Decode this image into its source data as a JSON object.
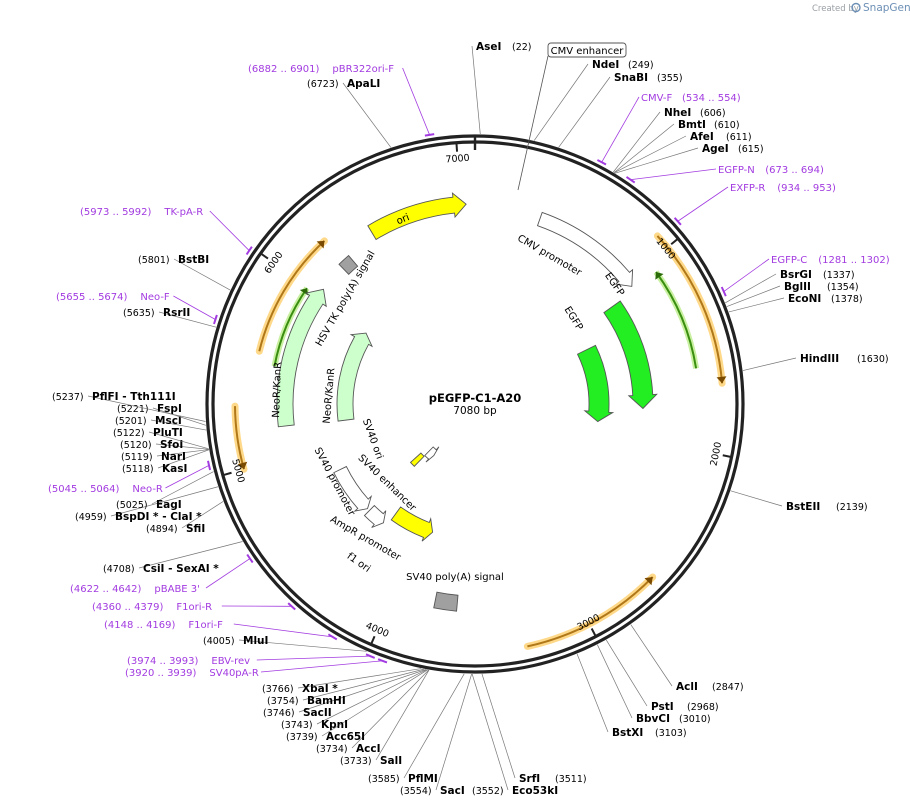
{
  "credit": {
    "created_by": "Created by",
    "brand": "SnapGene"
  },
  "map": {
    "name": "pEGFP-C1-A20",
    "length_text": "7080 bp",
    "length": 7080
  },
  "ticks": [
    {
      "label": "1000",
      "bp": 1000
    },
    {
      "label": "2000",
      "bp": 2000
    },
    {
      "label": "3000",
      "bp": 3000
    },
    {
      "label": "4000",
      "bp": 4000
    },
    {
      "label": "5000",
      "bp": 5000
    },
    {
      "label": "6000",
      "bp": 6000
    },
    {
      "label": "7000",
      "bp": 7000
    }
  ],
  "sites": [
    {
      "name": "AseI",
      "pos": "(22)",
      "bp": 22
    },
    {
      "name": "NdeI",
      "pos": "(249)",
      "bp": 249
    },
    {
      "name": "SnaBI",
      "pos": "(355)",
      "bp": 355
    },
    {
      "name": "NheI",
      "pos": "(606)",
      "bp": 606
    },
    {
      "name": "BmtI",
      "pos": "(610)",
      "bp": 610
    },
    {
      "name": "AfeI",
      "pos": "(611)",
      "bp": 611
    },
    {
      "name": "AgeI",
      "pos": "(615)",
      "bp": 615
    },
    {
      "name": "BsrGI",
      "pos": "(1337)",
      "bp": 1337
    },
    {
      "name": "BglII",
      "pos": "(1354)",
      "bp": 1354
    },
    {
      "name": "EcoNI",
      "pos": "(1378)",
      "bp": 1378
    },
    {
      "name": "HindIII",
      "pos": "(1630)",
      "bp": 1630
    },
    {
      "name": "BstEII",
      "pos": "(2139)",
      "bp": 2139
    },
    {
      "name": "AclI",
      "pos": "(2847)",
      "bp": 2847
    },
    {
      "name": "PstI",
      "pos": "(2968)",
      "bp": 2968
    },
    {
      "name": "BbvCI",
      "pos": "(3010)",
      "bp": 3010
    },
    {
      "name": "BstXI",
      "pos": "(3103)",
      "bp": 3103
    },
    {
      "name": "SrfI",
      "pos": "(3511)",
      "bp": 3511
    },
    {
      "name": "Eco53kI",
      "pos": "(3552)",
      "bp": 3552
    },
    {
      "name": "SacI",
      "pos": "(3554)",
      "bp": 3554
    },
    {
      "name": "PflMI",
      "pos": "(3585)",
      "bp": 3585
    },
    {
      "name": "SalI",
      "pos": "(3733)",
      "bp": 3733
    },
    {
      "name": "AccI",
      "pos": "(3734)",
      "bp": 3734
    },
    {
      "name": "Acc65I",
      "pos": "(3739)",
      "bp": 3739
    },
    {
      "name": "KpnI",
      "pos": "(3743)",
      "bp": 3743
    },
    {
      "name": "SacII",
      "pos": "(3746)",
      "bp": 3746
    },
    {
      "name": "BamHI",
      "pos": "(3754)",
      "bp": 3754
    },
    {
      "name": "XbaI *",
      "pos": "(3766)",
      "bp": 3766
    },
    {
      "name": "MluI",
      "pos": "(4005)",
      "bp": 4005
    },
    {
      "name": "CsiI - SexAI *",
      "pos": "(4708)",
      "bp": 4708
    },
    {
      "name": "SfiI",
      "pos": "(4894)",
      "bp": 4894
    },
    {
      "name": "BspDI * - ClaI *",
      "pos": "(4959)",
      "bp": 4959
    },
    {
      "name": "EagI",
      "pos": "(5025)",
      "bp": 5025
    },
    {
      "name": "KasI",
      "pos": "(5118)",
      "bp": 5118
    },
    {
      "name": "NarI",
      "pos": "(5119)",
      "bp": 5119
    },
    {
      "name": "SfoI",
      "pos": "(5120)",
      "bp": 5120
    },
    {
      "name": "PluTI",
      "pos": "(5122)",
      "bp": 5122
    },
    {
      "name": "MscI",
      "pos": "(5201)",
      "bp": 5201
    },
    {
      "name": "FspI",
      "pos": "(5221)",
      "bp": 5221
    },
    {
      "name": "PflFI - Tth111I",
      "pos": "(5237)",
      "bp": 5237
    },
    {
      "name": "RsrII",
      "pos": "(5635)",
      "bp": 5635
    },
    {
      "name": "BstBI",
      "pos": "(5801)",
      "bp": 5801
    },
    {
      "name": "ApaLI",
      "pos": "(6723)",
      "bp": 6723
    }
  ],
  "primers": [
    {
      "name": "pBR322ori-F",
      "range": "(6882 .. 6901)",
      "start": 6882,
      "end": 6901
    },
    {
      "name": "CMV-F",
      "range": "(534 .. 554)",
      "start": 534,
      "end": 554
    },
    {
      "name": "EGFP-N",
      "range": "(673 .. 694)",
      "start": 673,
      "end": 694
    },
    {
      "name": "EXFP-R",
      "range": "(934 .. 953)",
      "start": 934,
      "end": 953
    },
    {
      "name": "EGFP-C",
      "range": "(1281 .. 1302)",
      "start": 1281,
      "end": 1302
    },
    {
      "name": "TK-pA-R",
      "range": "(5973 .. 5992)",
      "start": 5973,
      "end": 5992
    },
    {
      "name": "Neo-F",
      "range": "(5655 .. 5674)",
      "start": 5655,
      "end": 5674
    },
    {
      "name": "Neo-R",
      "range": "(5045 .. 5064)",
      "start": 5045,
      "end": 5064
    },
    {
      "name": "pBABE 3'",
      "range": "(4622 .. 4642)",
      "start": 4622,
      "end": 4642
    },
    {
      "name": "F1ori-R",
      "range": "(4360 .. 4379)",
      "start": 4360,
      "end": 4379
    },
    {
      "name": "F1ori-F",
      "range": "(4148 .. 4169)",
      "start": 4148,
      "end": 4169
    },
    {
      "name": "EBV-rev",
      "range": "(3974 .. 3993)",
      "start": 3974,
      "end": 3993
    },
    {
      "name": "SV40pA-R",
      "range": "(3920 .. 3939)",
      "start": 3920,
      "end": 3939
    }
  ],
  "features": [
    {
      "name": "CMV enhancer",
      "type": "enhancer",
      "color": "#ffffff"
    },
    {
      "name": "CMV promoter",
      "type": "promoter",
      "color": "#ffffff"
    },
    {
      "name": "EGFP",
      "type": "cds",
      "color": "#22ee22"
    },
    {
      "name": "EGFP",
      "type": "cds",
      "color": "#22ee22"
    },
    {
      "name": "SV40 poly(A) signal",
      "type": "terminator",
      "color": "#a0a0a0"
    },
    {
      "name": "f1 ori",
      "type": "rep_origin",
      "color": "#ffff00"
    },
    {
      "name": "AmpR promoter",
      "type": "promoter",
      "color": "#ffffff"
    },
    {
      "name": "SV40 promoter",
      "type": "promoter",
      "color": "#ffffff"
    },
    {
      "name": "SV40 ori",
      "type": "rep_origin",
      "color": "#ffff00"
    },
    {
      "name": "SV40 enhancer",
      "type": "enhancer",
      "color": "#ffffff"
    },
    {
      "name": "NeoR/KanR",
      "type": "cds",
      "color": "#ccffcc"
    },
    {
      "name": "NeoR/KanR",
      "type": "cds",
      "color": "#ccffcc"
    },
    {
      "name": "HSV TK poly(A) signal",
      "type": "terminator",
      "color": "#a0a0a0"
    },
    {
      "name": "ori",
      "type": "rep_origin",
      "color": "#ffff00"
    }
  ],
  "colors": {
    "backbone": "#222222",
    "primer": "#a23be0",
    "orf_fill": "#b07818",
    "orf_glow": "#ffd98a",
    "orf_inner_fill": "#3a8f10",
    "orf_inner_glow": "#c8f0a0"
  }
}
